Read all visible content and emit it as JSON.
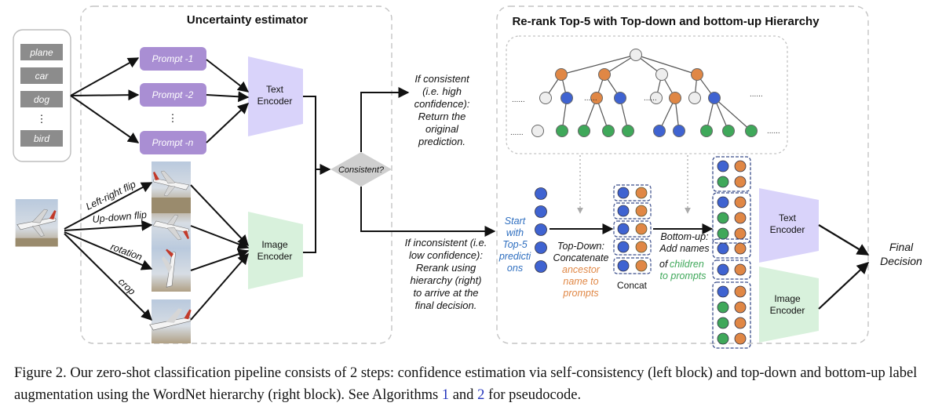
{
  "left_block": {
    "title": "Uncertainty estimator",
    "classes": [
      "plane",
      "car",
      "dog",
      "⋮",
      "bird"
    ],
    "prompts": [
      "Prompt -1",
      "Prompt -2",
      "⋮",
      "Prompt -n"
    ],
    "text_encoder": [
      "Text",
      "Encoder"
    ],
    "image_encoder": [
      "Image",
      "Encoder"
    ],
    "augmentations": [
      "Left-right flip",
      "Up-down flip",
      "rotation",
      "crop"
    ]
  },
  "decision": {
    "label": "Consistent?",
    "consistent_text": [
      "If consistent",
      "(i.e. high",
      "confidence):",
      "Return the",
      "original",
      "prediction."
    ],
    "inconsistent_text": [
      "If inconsistent (i.e.",
      "low confidence):",
      "Rerank using",
      "hierarchy (right)",
      "to arrive at the",
      "final decision."
    ]
  },
  "right_block": {
    "title": "Re-rank Top-5 with Top-down and bottom-up Hierarchy",
    "start_text": [
      "Start",
      "with",
      "Top-5",
      "predicti",
      "ons"
    ],
    "topdown_text": [
      "Top-Down:",
      "Concatenate"
    ],
    "topdown_orange": [
      "ancestor",
      "name to"
    ],
    "topdown_tail": "prompts",
    "concat_label": "Concat",
    "bottomup_text": [
      "Bottom-up:",
      "Add names"
    ],
    "bottomup_of": "of",
    "bottomup_children": "children",
    "bottomup_green": "to prompts",
    "text_encoder": [
      "Text",
      "Encoder"
    ],
    "image_encoder": [
      "Image",
      "Encoder"
    ],
    "final": [
      "Final",
      "Decision"
    ],
    "ellipsis": "......"
  },
  "caption": {
    "part1": "Figure 2. Our zero-shot classification pipeline consists of 2 steps: confidence estimation via self-consistency (left block) and top-down and bottom-up label augmentation using the WordNet hierarchy (right block). See Algorithms ",
    "ref1": "1",
    "and": " and ",
    "ref2": "2",
    "part2": " for pseudocode."
  },
  "colors": {
    "purple": "#a98ed3",
    "lavender": "#d9d3fa",
    "mint": "#d8f1dc",
    "blue": "#3f63d1",
    "orange": "#e08745",
    "green": "#3fa85a",
    "gray_node": "#eeeeee",
    "class_box": "#8c8c8c",
    "diamond": "#cfcfcf"
  }
}
